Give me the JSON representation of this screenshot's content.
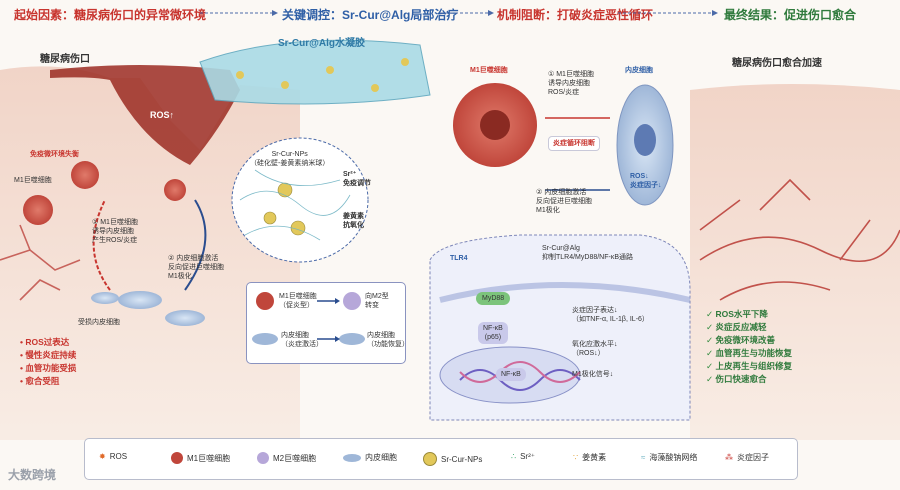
{
  "header": {
    "stage1": "起始因素：糖尿病伤口的异常微环境",
    "stage2": "关键调控：Sr-Cur@Alg局部治疗",
    "stage3": "机制阻断：打破炎症恶性循环",
    "stage4": "最终结果：促进伤口愈合"
  },
  "left_panel": {
    "title": "糖尿病伤口",
    "ros": "ROS↑",
    "immune_imbalance": "免疫微环境失衡",
    "m1_macrophage": "M1巨噬细胞",
    "loop1": "① M1巨噬细胞\n诱导内皮细胞\n产生ROS/炎症",
    "loop2": "② 内皮细胞激活\n反向促进巨噬细胞\nM1极化",
    "endothelial_damaged": "受损内皮细胞",
    "bullets": [
      "ROS过表达",
      "慢性炎症持续",
      "血管功能受损",
      "愈合受阻"
    ]
  },
  "hydrogel": {
    "title": "Sr-Cur@Alg水凝胶",
    "nps_label": "Sr-Cur-NPs\n（硅化壁-姜黄素纳米球）",
    "sr_label": "Sr²⁺\n免疫调节",
    "cur_label": "姜黄素\n抗氧化"
  },
  "transform_box": {
    "m1_label": "M1巨噬细胞\n（促炎型）",
    "m2_label": "向M2型\n转变",
    "endo_active": "内皮细胞\n（炎症激活）",
    "endo_restored": "内皮细胞\n（功能恢复）"
  },
  "mechanism": {
    "m1_title": "M1巨噬细胞",
    "endo_title": "内皮细胞",
    "step1": "① M1巨噬细胞\n诱导内皮细胞\nROS/炎症",
    "block": "炎症循环阻断",
    "step2": "② 内皮细胞激活\n反向促进巨噬细胞\nM1极化",
    "endo_ros": "ROS↓\n炎症因子↓",
    "pathway_title": "Sr-Cur@Alg\n抑制TLR4/MyD88/NF-κB通路",
    "tlr4": "TLR4",
    "myd88": "MyD88",
    "nfkb_p65": "NF-κB\n(p65)",
    "nfkb": "NF-κB",
    "effects": [
      "炎症因子表达↓\n（如TNF-α, IL-1β, IL-6）",
      "氧化应激水平↓\n（ROS↓）",
      "M1极化信号↓"
    ]
  },
  "right_panel": {
    "title": "糖尿病伤口愈合加速",
    "results": [
      "ROS水平下降",
      "炎症反应减轻",
      "免疫微环境改善",
      "血管再生与功能恢复",
      "上皮再生与组织修复",
      "伤口快速愈合"
    ]
  },
  "legend": [
    {
      "label": "ROS",
      "icon": "ros-icon"
    },
    {
      "label": "M1巨噬细胞",
      "icon": "m1-icon"
    },
    {
      "label": "M2巨噬细胞",
      "icon": "m2-icon"
    },
    {
      "label": "内皮细胞",
      "icon": "endothelial-icon"
    },
    {
      "label": "Sr-Cur-NPs",
      "icon": "np-icon"
    },
    {
      "label": "Sr²⁺",
      "icon": "sr-icon"
    },
    {
      "label": "姜黄素",
      "icon": "curcumin-icon"
    },
    {
      "label": "海藻酸钠网络",
      "icon": "alginate-icon"
    },
    {
      "label": "炎症因子",
      "icon": "cytokine-icon"
    }
  ],
  "watermark": "大数跨境",
  "colors": {
    "red": "#c8352f",
    "blue": "#2f5fa6",
    "green": "#2f7a3c"
  }
}
